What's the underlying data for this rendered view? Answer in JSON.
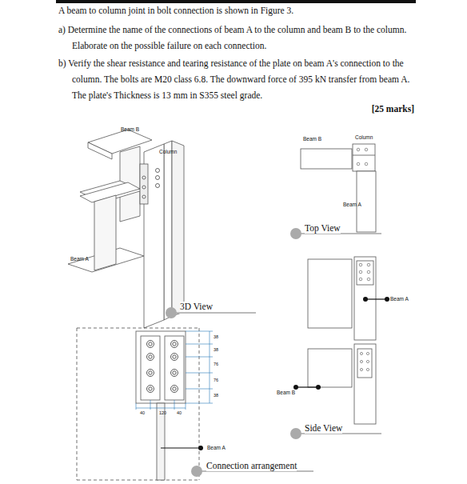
{
  "diagram": {
    "labels": [
      "A beam to column joint in bolt connection is shown in Figure 3.",
      "a) Determine the name of the connections of beam A to the column and beam B to the column. Elaborate on the possible failure on each connection.",
      "b) Verify the shear resistance and tearing resistance of the plate on beam A's connection to the column. The bolts are M20 class 6.8. The downward force of 395 kN transfer from beam A. The plate's Thickness is 13 mm in S355 steel grade.",
      "[25 marks]",
      "Beam B",
      "Column",
      "Beam A",
      "3D View",
      "Beam B",
      "Column",
      "Beam A",
      "Top View",
      "Beam A",
      "Beam B",
      "Side View",
      "38",
      "38",
      "76",
      "76",
      "38",
      "40",
      "120",
      "40",
      "Beam A",
      "Connection arrangement"
    ]
  }
}
